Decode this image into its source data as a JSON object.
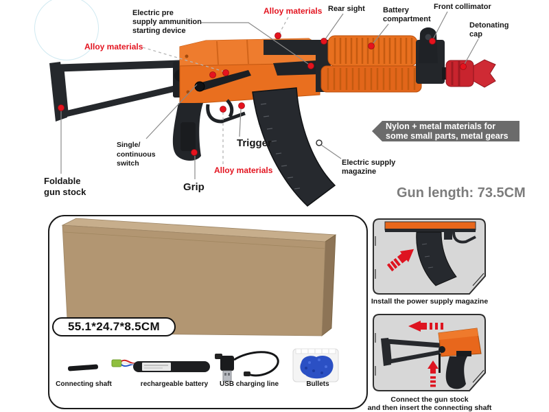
{
  "colors": {
    "orange": "#e8701f",
    "black_part": "#24272b",
    "red_accent": "#e31420",
    "cap_red": "#c8242e",
    "banner_gray": "#6b6b6b",
    "panel_gray": "#d7d7d7",
    "cardboard": "#b29672"
  },
  "callouts": {
    "electric_pre_supply": "Electric pre\nsupply ammunition\nstarting device",
    "alloy_materials_left": "Alloy materials",
    "alloy_materials_top": "Alloy materials",
    "alloy_materials_bottom": "Alloy materials",
    "rear_sight": "Rear sight",
    "battery_compartment": "Battery\ncompartment",
    "front_collimator": "Front collimator",
    "detonating_cap": "Detonating\ncap",
    "single_continuous_switch": "Single/\ncontinuous\nswitch",
    "trigger": "Trigger",
    "grip": "Grip",
    "foldable_gun_stock": "Foldable\ngun stock",
    "electric_supply_magazine": "Electric supply\nmagazine"
  },
  "materials_banner": "Nylon + metal materials for\nsome small parts, metal gears",
  "gun_length": "Gun length: 73.5CM",
  "package": {
    "box_dimensions": "55.1*24.7*8.5CM",
    "accessories": [
      {
        "label": "Connecting shaft"
      },
      {
        "label": "rechargeable battery"
      },
      {
        "label": "USB charging line"
      },
      {
        "label": "Bullets"
      }
    ]
  },
  "instructions": [
    {
      "caption": "Install the power supply magazine"
    },
    {
      "caption": "Connect the gun stock\nand then insert the connecting shaft"
    }
  ]
}
